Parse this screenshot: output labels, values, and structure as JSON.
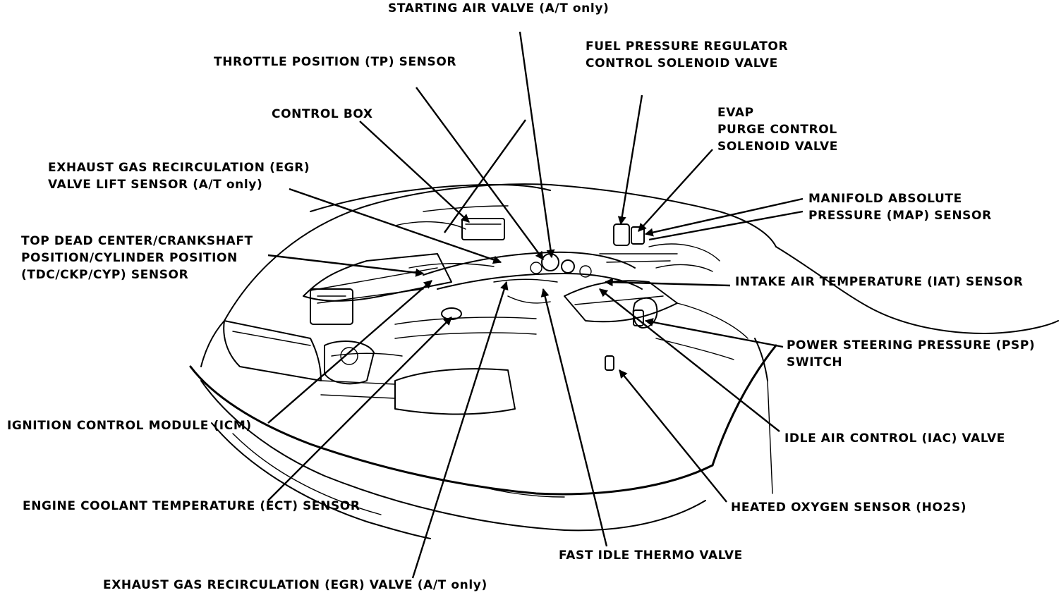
{
  "labels": {
    "starting_air_valve": "STARTING AIR VALVE (A/T only)",
    "throttle_position": "THROTTLE POSITION (TP) SENSOR",
    "fpr_line1": "FUEL PRESSURE REGULATOR",
    "fpr_line2": "CONTROL SOLENOID VALVE",
    "control_box": "CONTROL BOX",
    "evap_line1": "EVAP",
    "evap_line2": "PURGE CONTROL",
    "evap_line3": "SOLENOID VALVE",
    "egr_lift_line1": "EXHAUST GAS RECIRCULATION (EGR)",
    "egr_lift_line2": "VALVE LIFT SENSOR (A/T only)",
    "map_line1": "MANIFOLD ABSOLUTE",
    "map_line2": "PRESSURE (MAP) SENSOR",
    "tdc_line1": "TOP DEAD CENTER/CRANKSHAFT",
    "tdc_line2": "POSITION/CYLINDER POSITION",
    "tdc_line3": "(TDC/CKP/CYP) SENSOR",
    "iat": "INTAKE AIR TEMPERATURE (IAT) SENSOR",
    "psp_line1": "POWER STEERING PRESSURE (PSP)",
    "psp_line2": "SWITCH",
    "icm": "IGNITION CONTROL MODULE (ICM)",
    "iac": "IDLE AIR CONTROL (IAC) VALVE",
    "ect": "ENGINE COOLANT TEMPERATURE (ECT) SENSOR",
    "ho2s": "HEATED OXYGEN SENSOR (HO2S)",
    "fast_idle": "FAST IDLE THERMO VALVE",
    "egr_valve": "EXHAUST GAS RECIRCULATION (EGR) VALVE (A/T only)"
  }
}
